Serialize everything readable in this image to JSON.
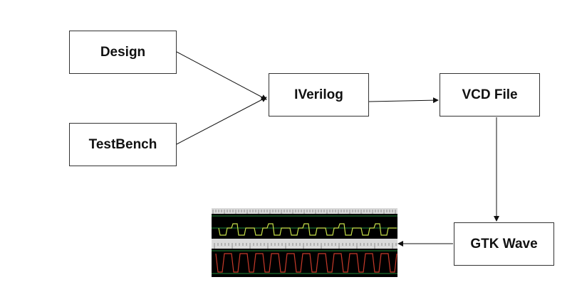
{
  "nodes": {
    "design": "Design",
    "testbench": "TestBench",
    "iverilog": "IVerilog",
    "vcd": "VCD File",
    "gtk": "GTK Wave"
  },
  "colors": {
    "wave_bg": "#000000",
    "wave_signal_green": "#c8e04a",
    "wave_signal_red": "#c83a2a",
    "grid_green": "#1f8a3a",
    "ruler_bg": "#d9d9d9"
  }
}
